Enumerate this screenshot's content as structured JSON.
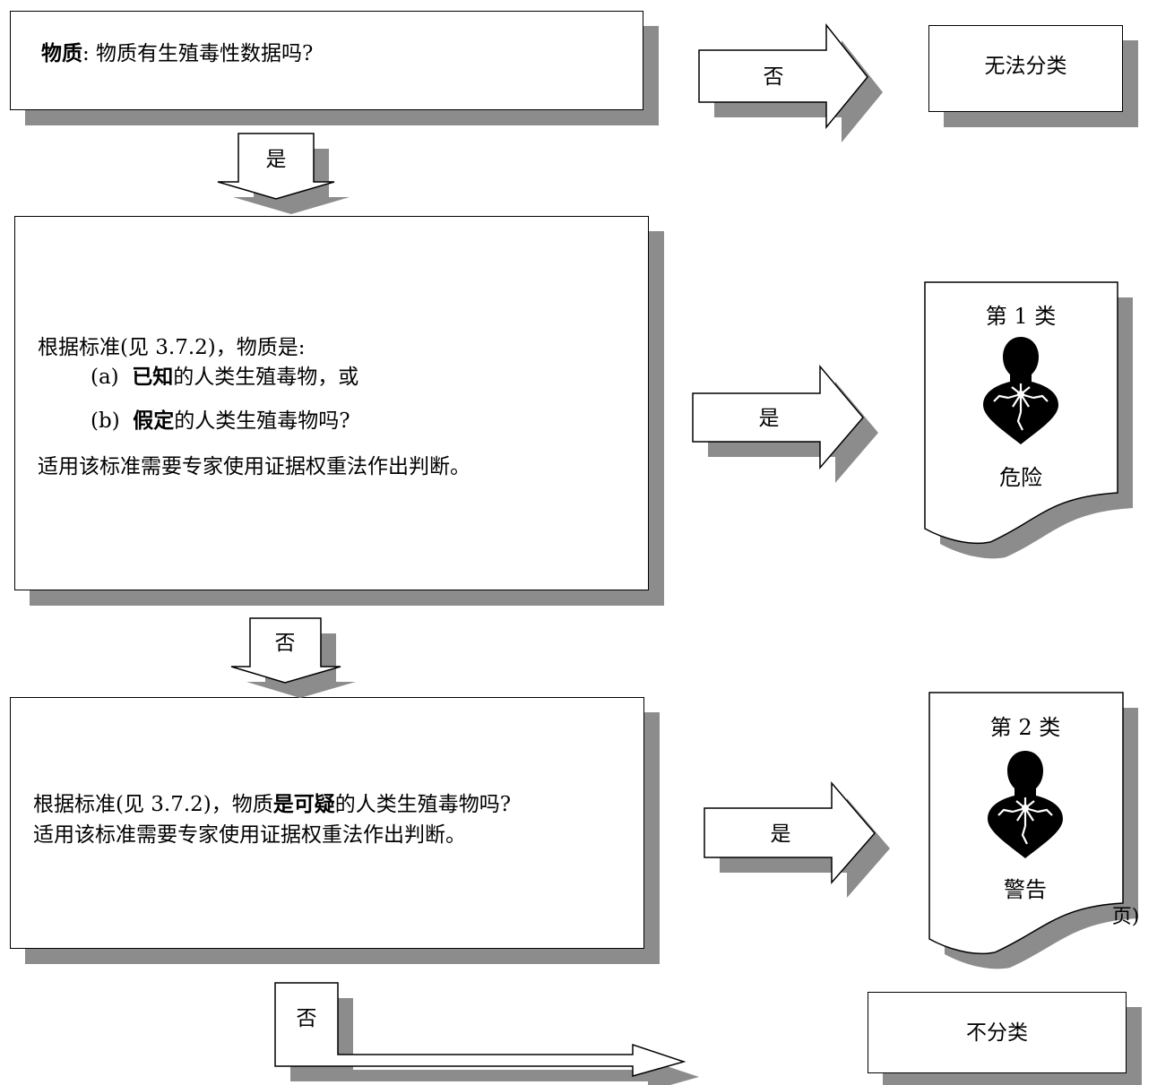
{
  "q1": {
    "prefix": "物质",
    "text": ": 物质有生殖毒性数据吗?"
  },
  "q2": {
    "line1": "根据标准(见 3.7.2)，物质是:",
    "a_label": "(a)",
    "a_bold": "已知",
    "a_rest": "的人类生殖毒物，或",
    "b_label": "(b)",
    "b_bold": "假定",
    "b_rest": "的人类生殖毒物吗?",
    "note": "适用该标准需要专家使用证据权重法作出判断。"
  },
  "q3": {
    "line1_pre": "根据标准(见 3.7.2)，物质",
    "line1_bold": "是可疑",
    "line1_post": "的人类生殖毒物吗?",
    "note": "适用该标准需要专家使用证据权重法作出判断。"
  },
  "arrows": {
    "yes": "是",
    "no": "否"
  },
  "outcomes": {
    "cannot_classify": "无法分类",
    "cat1": {
      "title": "第 1 类",
      "signal": "危险"
    },
    "cat2": {
      "title": "第 2 类",
      "signal": "警告"
    },
    "not_classified": "不分类",
    "partial_overlay": "页)"
  },
  "colors": {
    "shadow": "#8c8c8c",
    "pictogram": "#000000"
  }
}
